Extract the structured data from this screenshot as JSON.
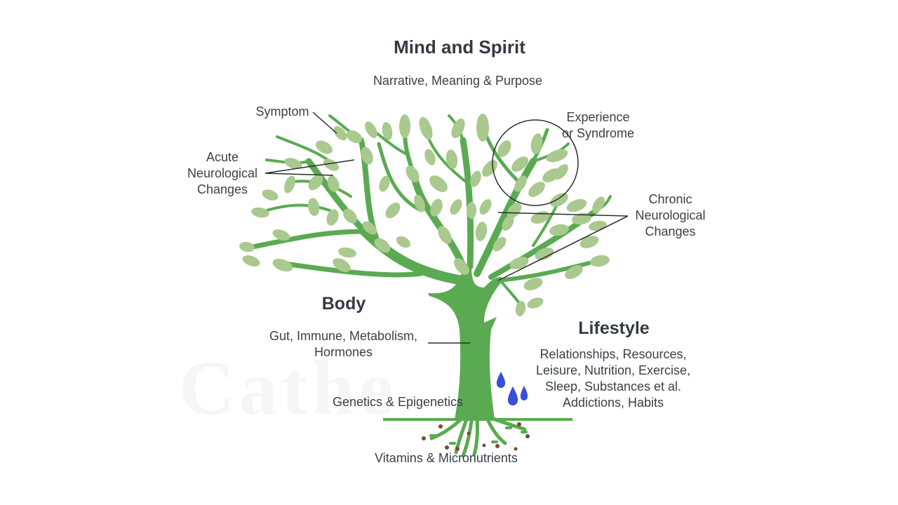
{
  "title": "Mind and Spirit",
  "subtitle": "Narrative, Meaning & Purpose",
  "labels": {
    "symptom": "Symptom",
    "acute": [
      "Acute",
      "Neurological",
      "Changes"
    ],
    "experience": [
      "Experience",
      "or Syndrome"
    ],
    "chronic": [
      "Chronic",
      "Neurological",
      "Changes"
    ],
    "body_heading": "Body",
    "body_detail": [
      "Gut, Immune, Metabolism,",
      "Hormones"
    ],
    "lifestyle_heading": "Lifestyle",
    "lifestyle_detail": [
      "Relationships, Resources,",
      "Leisure, Nutrition, Exercise,",
      "Sleep, Substances et al.",
      "Addictions, Habits"
    ],
    "genetics": "Genetics & Epigenetics",
    "vitamins": "Vitamins & Micronutrients"
  },
  "colors": {
    "trunk": "#5aaa52",
    "leaf": "#a9c98f",
    "water": "#3a4fd8",
    "soil_dot": "#7a4a2e",
    "text": "#3a3f47",
    "line": "#2b2b2b"
  }
}
